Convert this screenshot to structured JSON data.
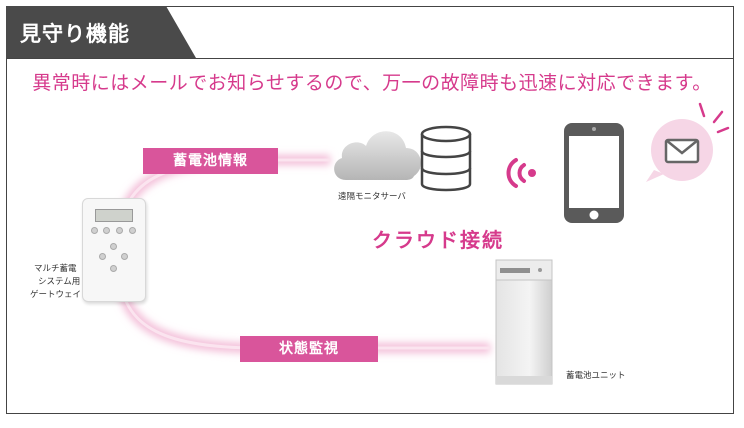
{
  "header": {
    "title": "見守り機能"
  },
  "headline": "異常時にはメールでお知らせするので、万一の故障時も迅速に対応できます。",
  "flow": {
    "top_label": "蓄電池情報",
    "bottom_label": "状態監視",
    "cloud_label": "クラウド接続"
  },
  "devices": {
    "server_label": "遠隔モニタサーバ",
    "gateway_label": [
      "マルチ蓄電",
      "システム用",
      "ゲートウェイ"
    ],
    "battery_label": "蓄電池ユニット"
  },
  "colors": {
    "accent": "#d63a8c",
    "pill": "#d9559b",
    "tab": "#4a4a4a"
  }
}
